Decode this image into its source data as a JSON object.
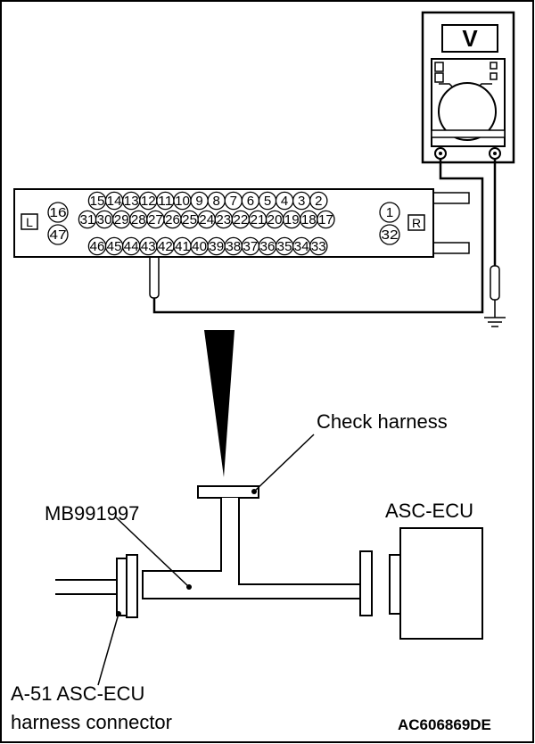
{
  "meter": {
    "symbol": "V"
  },
  "connector": {
    "left_tag": "L",
    "right_tag": "R",
    "left_pins": [
      "16",
      "47"
    ],
    "right_pins": [
      "1",
      "32"
    ],
    "row1": [
      "15",
      "14",
      "13",
      "12",
      "11",
      "10",
      "9",
      "8",
      "7",
      "6",
      "5",
      "4",
      "3",
      "2"
    ],
    "row2": [
      "31",
      "30",
      "29",
      "28",
      "27",
      "26",
      "25",
      "24",
      "23",
      "22",
      "21",
      "20",
      "19",
      "18",
      "17"
    ],
    "row3": [
      "46",
      "45",
      "44",
      "43",
      "42",
      "41",
      "40",
      "39",
      "38",
      "37",
      "36",
      "35",
      "34",
      "33"
    ]
  },
  "labels": {
    "check_harness": "Check harness",
    "tool": "MB991997",
    "ecu": "ASC-ECU",
    "harness_line1": "A-51 ASC-ECU",
    "harness_line2": "harness connector",
    "figure_code": "AC606869DE"
  }
}
